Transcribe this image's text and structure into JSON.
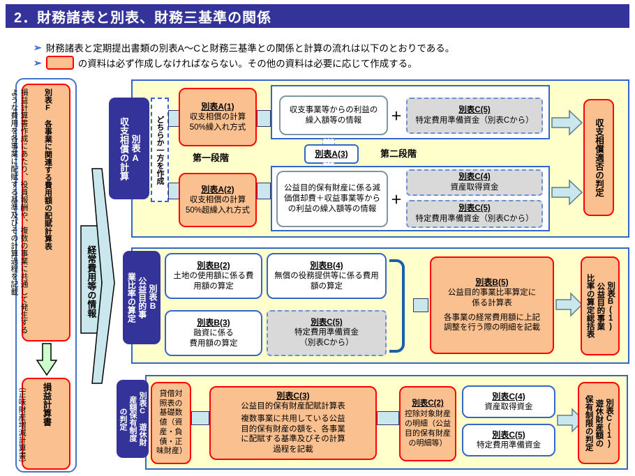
{
  "title": "2．財務諸表と別表、財務三基準の関係",
  "bullets": {
    "marker": "➢",
    "b1": "財務諸表と定期提出書類の別表A～Cと財務三基準との関係と計算の流れは以下のとおりである。",
    "b2": "の資料は必ず作成しなければならない。その他の資料は必要に応じて作成する。"
  },
  "colors": {
    "title_bar": "#333399",
    "section_background": "#FFFFCC",
    "section_border": "#3366CC",
    "required_box_fill": "#FAC090",
    "required_box_border": "#FF0000",
    "optional_box_fill": "#D9D9D9",
    "arrow_fill": "#C9E7EC",
    "down_arrow_fill": "#CCFFCC"
  },
  "left_column": {
    "f_title": "別表F　各事業に関連する費用額の配賦計算表",
    "f_body": "損益計算書作成にあたり、役員報酬や、複数の事業に共通して発生するような費用を各事業に配賦する基準及びその計算過程を記載",
    "pl_title": "損益計算書",
    "pl_sub": "（正味財産増減計算書）"
  },
  "flow_arrow_label": "経常費用等の情報",
  "section_a": {
    "label": "別表A\n収支相償の計算",
    "either": "どちらか一方を作成",
    "a1_title": "別表A(1)",
    "a1_body": "収支相償の計算\n50%繰入れ方式",
    "stage1": "第一段階",
    "stage2": "第二段階",
    "a2_title": "別表A(2)",
    "a2_body": "収支相償の計算\n50%超繰入れ方式",
    "info1": "収支事業等からの利益の\n繰入額等の情報",
    "plus": "＋",
    "c5_title": "別表C(5)",
    "c5_body": "特定費用準備資金（別表Cから）",
    "a3": "別表A(3)",
    "info2": "公益目的保有財産に係る減価償却費＋収益事業等からの利益の繰入額等の情報",
    "c4_title": "別表C(4)",
    "c4_body": "資産取得資金",
    "c5b_title": "別表C(5)",
    "c5b_body": "特定費用準備資金（別表Cから）",
    "result": "収支相償適否の判定"
  },
  "section_b": {
    "label": "別表B\n公益目的事\n業比率の算定",
    "b2_title": "別表B(2)",
    "b2_body": "土地の使用額に係る費用額の算定",
    "b4_title": "別表B(4)",
    "b4_body": "無償の役務提供等に係る費用額の算定",
    "b3_title": "別表B(3)",
    "b3_body": "融資に係る\n費用額の算定",
    "c5_title": "別表C(5)",
    "c5_body": "特定費用準備資金\n（別表Cから）",
    "b5_title": "別表B(5)",
    "b5_body1": "公益目的事業比率算定に\n係る計算表",
    "b5_body2": "各事業の経常費用額に上記\n調整を行う際の明細を記載",
    "result": "別表B(1)\n公益目的事業\n比率の算定総括表"
  },
  "section_c": {
    "label": "別表C　遊休財\n産額保有制度\nの判定",
    "base": "貸借対照表の基礎数値（資産・負債・正味財産）",
    "c3_title": "別表C(3)",
    "c3_body1": "公益目的保有財産配賦計算表",
    "c3_body2": "複数事業に共用している公益\n目的保有財産の額を、各事業\nに配賦する基準及びその計算\n過程を記載",
    "c2_title": "別表C(2)",
    "c2_body": "控除対象財産の明細（公益目的保有財産の明細等）",
    "c4_title": "別表C(4)",
    "c4_body": "資産取得資金",
    "c5_title": "別表C(5)",
    "c5_body": "特定費用準備資金",
    "result": "別表C(1)\n遊休財産額の\n保有制限の判定"
  }
}
